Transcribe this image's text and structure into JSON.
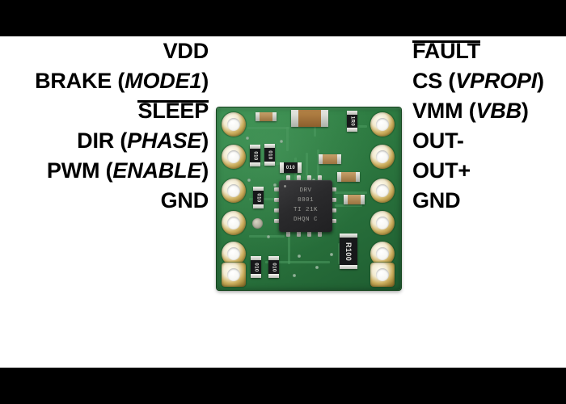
{
  "image": {
    "subject": "Pololu DRV8801 single brushed DC motor driver carrier board with pinout labels",
    "background_color": "#ffffff",
    "letterbox_color": "#000000"
  },
  "pinout": {
    "left": [
      {
        "name": "VDD",
        "main": "VDD",
        "alt": "",
        "overline": false
      },
      {
        "name": "BRAKE",
        "main": "BRAKE",
        "alt": "MODE1",
        "overline": false
      },
      {
        "name": "SLEEP",
        "main": "SLEEP",
        "alt": "",
        "overline": true
      },
      {
        "name": "DIR",
        "main": "DIR",
        "alt": "PHASE",
        "overline": false
      },
      {
        "name": "PWM",
        "main": "PWM",
        "alt": "ENABLE",
        "overline": false
      },
      {
        "name": "GND",
        "main": "GND",
        "alt": "",
        "overline": false
      }
    ],
    "right": [
      {
        "name": "FAULT",
        "main": "FAULT",
        "alt": "",
        "overline": true
      },
      {
        "name": "CS",
        "main": "CS",
        "alt": "VPROPI",
        "overline": false
      },
      {
        "name": "VMM",
        "main": "VMM",
        "alt": "VBB",
        "overline": false
      },
      {
        "name": "OUT-",
        "main": "OUT-",
        "alt": "",
        "overline": false
      },
      {
        "name": "OUT+",
        "main": "OUT+",
        "alt": "",
        "overline": false
      },
      {
        "name": "GND",
        "main": "GND",
        "alt": "",
        "overline": false
      }
    ]
  },
  "board": {
    "color": "#2e7c42",
    "pad_color": "#cdb060",
    "chip": {
      "line1": "DRV",
      "line2": "8801",
      "line3": "TI 21K",
      "line4": "DHQN C"
    },
    "components": [
      {
        "label": "010",
        "ref": "cap-top-left-a"
      },
      {
        "label": "010",
        "ref": "cap-top-left-b"
      },
      {
        "label": "010",
        "ref": "cap-top-mid"
      },
      {
        "label": "010",
        "ref": "cap-mid-left"
      },
      {
        "label": "010",
        "ref": "cap-bot-left-a"
      },
      {
        "label": "010",
        "ref": "cap-bot-left-b"
      },
      {
        "label": "1R0",
        "ref": "res-top-right"
      },
      {
        "label": "R100",
        "ref": "res-sense"
      }
    ]
  }
}
